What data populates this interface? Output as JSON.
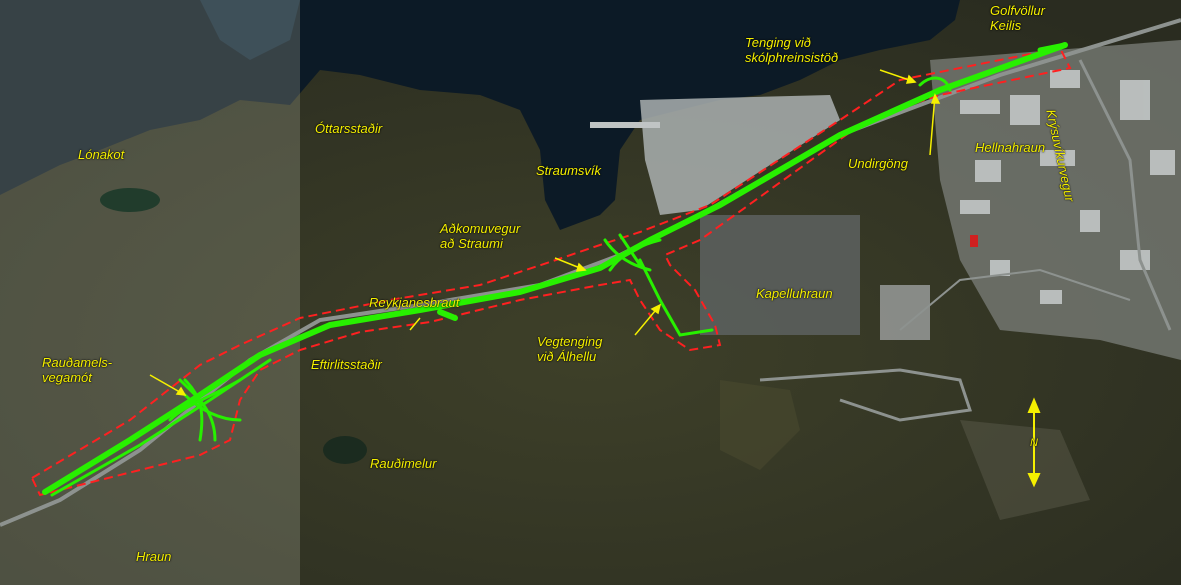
{
  "map": {
    "labels": {
      "lonakot": "Lónakot",
      "ottarsstadir": "Óttarsstaðir",
      "straumsvik": "Straumsvík",
      "adkomuvegur_line1": "Aðkomuvegur",
      "adkomuvegur_line2": "að Straumi",
      "reykjanesbraut": "Reykjanesbraut",
      "eftirlitsstadir": "Eftirlitsstaðir",
      "raudamels_line1": "Rauðamels-",
      "raudamels_line2": "vegamót",
      "raudimelur": "Rauðimelur",
      "hraun": "Hraun",
      "vegtenging_line1": "Vegtenging",
      "vegtenging_line2": "við Álhellu",
      "kapelluhraun": "Kapelluhraun",
      "tenging_line1": "Tenging við",
      "tenging_line2": "skólphreinsistöð",
      "golfvollur_line1": "Golfvöllur",
      "golfvollur_line2": "Keilis",
      "undirgong": "Undirgöng",
      "hellnahraun": "Hellnahraun",
      "krysuvikurvegur": "Krýsuvíkurvegur",
      "north": "N"
    },
    "colors": {
      "route": "#28f000",
      "boundary": "#ff2020",
      "label": "#f5f000",
      "sea": "#0c1a26",
      "lava": "#3a3d2a"
    }
  }
}
